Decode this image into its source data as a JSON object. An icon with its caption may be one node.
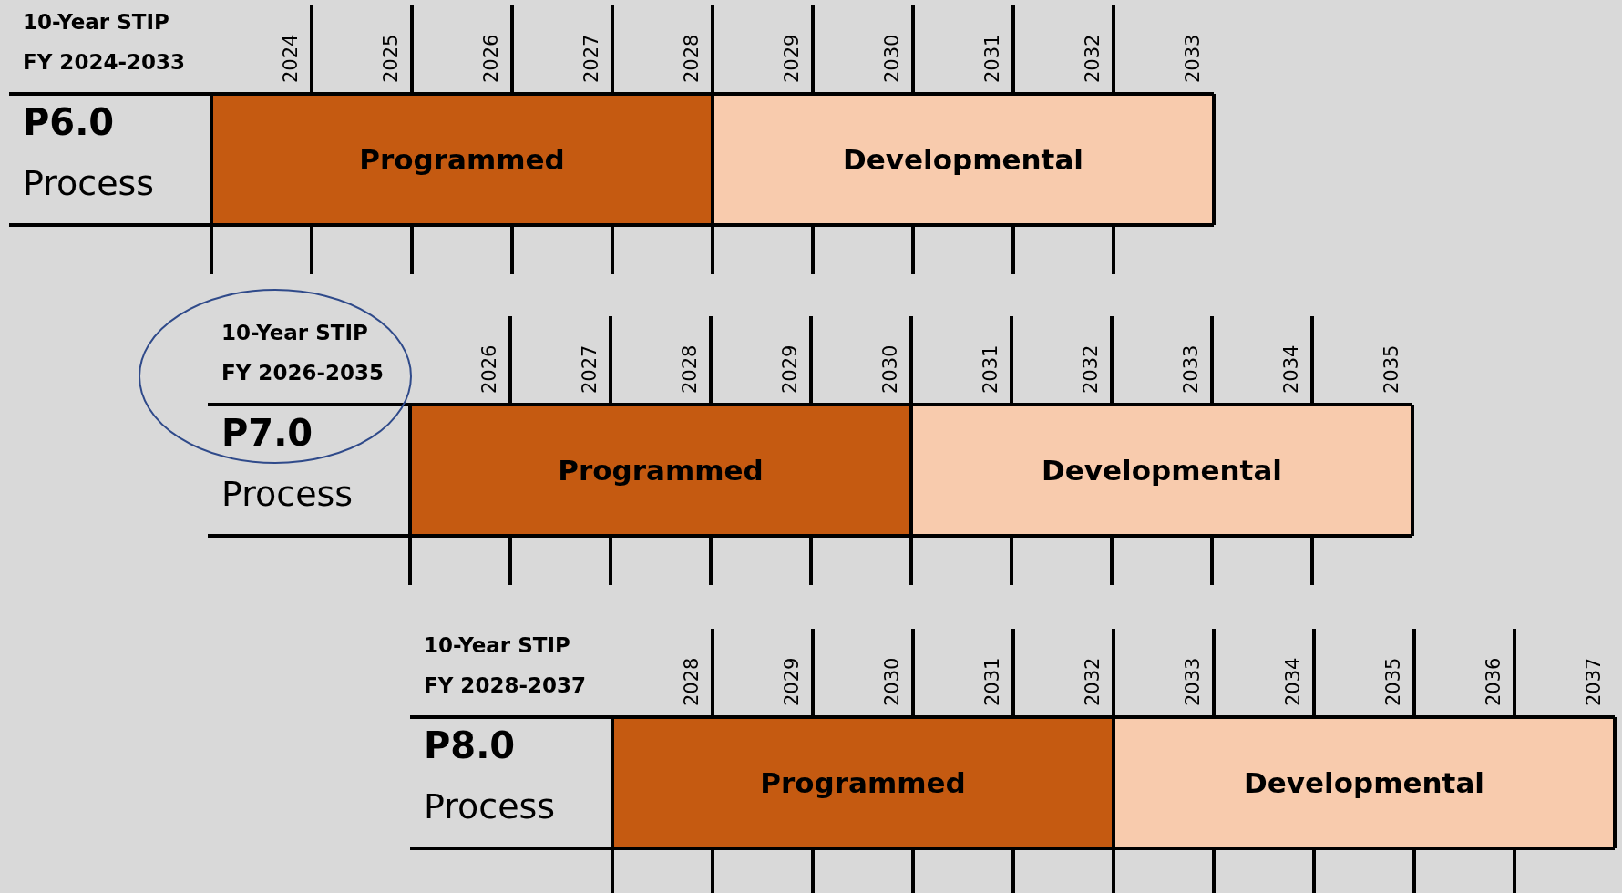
{
  "diagram": {
    "nodes": [
      {
        "text": [
          "Programmed"
        ]
      },
      {
        "text": [
          "Developmental"
        ]
      },
      {
        "text": [
          "10-Year STIP",
          "FY 2026-2035"
        ]
      },
      {
        "text": [
          "Programmed"
        ]
      },
      {
        "text": [
          "Developmental"
        ]
      },
      {
        "text": [
          "Programmed"
        ]
      },
      {
        "text": [
          "Developmental"
        ]
      }
    ],
    "labels": [
      "10-Year STIP",
      "FY 2024-2033",
      "2024",
      "2025",
      "2026",
      "2027",
      "2028",
      "2029",
      "2030",
      "2031",
      "2032",
      "2033",
      "P6.0",
      "Process",
      "2026",
      "2027",
      "2028",
      "2029",
      "2030",
      "2031",
      "2032",
      "2033",
      "2034",
      "2035",
      "P7.0",
      "Process",
      "10-Year STIP",
      "FY 2028-2037",
      "2028",
      "2029",
      "2030",
      "2031",
      "2032",
      "2033",
      "2034",
      "2035",
      "2036",
      "2037",
      "P8.0",
      "Process"
    ]
  }
}
